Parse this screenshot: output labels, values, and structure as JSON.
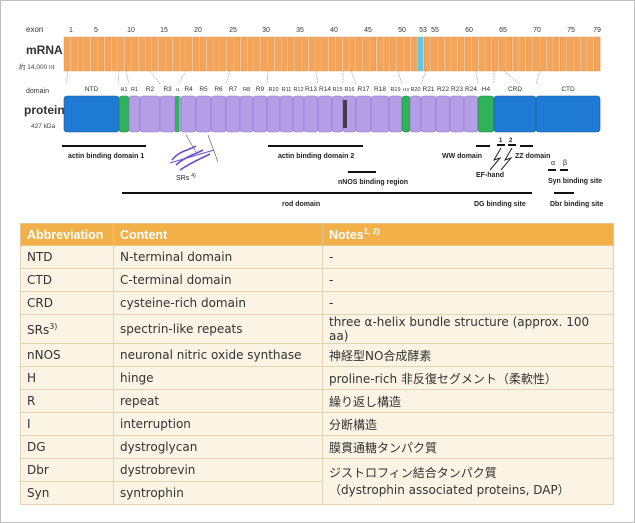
{
  "diagram": {
    "exon_label": "exon",
    "exon_ticks": [
      "1",
      "5",
      "10",
      "15",
      "20",
      "25",
      "30",
      "35",
      "40",
      "45",
      "50",
      "53",
      "55",
      "60",
      "65",
      "70",
      "75",
      "79"
    ],
    "mrna_label": "mRNA",
    "mrna_size": "約 14,000 nt",
    "domain_label": "domain",
    "protein_label": "protein",
    "protein_size": "427 kDa",
    "segments": [
      "NTD",
      "H1",
      "R1",
      "R2",
      "R3",
      "I1",
      "R4",
      "R5",
      "R6",
      "R7",
      "R8",
      "R9",
      "R10",
      "R11",
      "R12",
      "R13",
      "R14",
      "R15",
      "R16",
      "R17",
      "R18",
      "R19",
      "H3",
      "R20",
      "R21",
      "R22",
      "R23",
      "R24",
      "H4",
      "CRD",
      "CTD"
    ],
    "regions": {
      "actin1": "actin binding domain 1",
      "srs": "SRs",
      "srs_note": "4)",
      "actin2": "actin binding domain 2",
      "nnos": "nNOS binding region",
      "rod": "rod domain",
      "ww": "WW domain",
      "ef": "EF-hand",
      "ef_nums": [
        "1",
        "2"
      ],
      "zz": "ZZ domain",
      "dg": "DG binding site",
      "syn_alpha": "α",
      "syn_beta": "β",
      "syn": "Syn binding site",
      "dbr": "Dbr binding site"
    },
    "colors": {
      "orange": "#f5a55a",
      "highlight_exon": "#5ec8e8",
      "blue": "#1f7ad4",
      "green": "#2fb35a",
      "purple": "#b59ee6",
      "dark": "#404040"
    }
  },
  "table": {
    "headers": [
      "Abbreviation",
      "Content",
      "Notes"
    ],
    "notes_sup": "1, 2)",
    "rows": [
      {
        "abbr": "NTD",
        "content": "N-terminal domain",
        "notes": "-"
      },
      {
        "abbr": "CTD",
        "content": "C-terminal domain",
        "notes": "-"
      },
      {
        "abbr": "CRD",
        "content": "cysteine-rich domain",
        "notes": "-"
      },
      {
        "abbr": "SRs",
        "sup": "3)",
        "content": "spectrin-like repeats",
        "notes": "three α-helix bundle structure (approx. 100 aa)"
      },
      {
        "abbr": "nNOS",
        "content": "neuronal nitric oxide synthase",
        "notes": "神経型NO合成酵素"
      },
      {
        "abbr": "H",
        "content": "hinge",
        "notes": "proline-rich 非反復セグメント（柔軟性）"
      },
      {
        "abbr": "R",
        "content": "repeat",
        "notes": "繰り返し構造"
      },
      {
        "abbr": "I",
        "content": "interruption",
        "notes": "分断構造"
      },
      {
        "abbr": "DG",
        "content": "dystroglycan",
        "notes": "膜貫通糖タンパク質"
      },
      {
        "abbr": "Dbr",
        "content": "dystrobrevin"
      },
      {
        "abbr": "Syn",
        "content": "syntrophin"
      }
    ],
    "shared_notes_line1": "ジストロフィン結合タンパク質",
    "shared_notes_line2": "（dystrophin associated proteins, DAP）"
  }
}
